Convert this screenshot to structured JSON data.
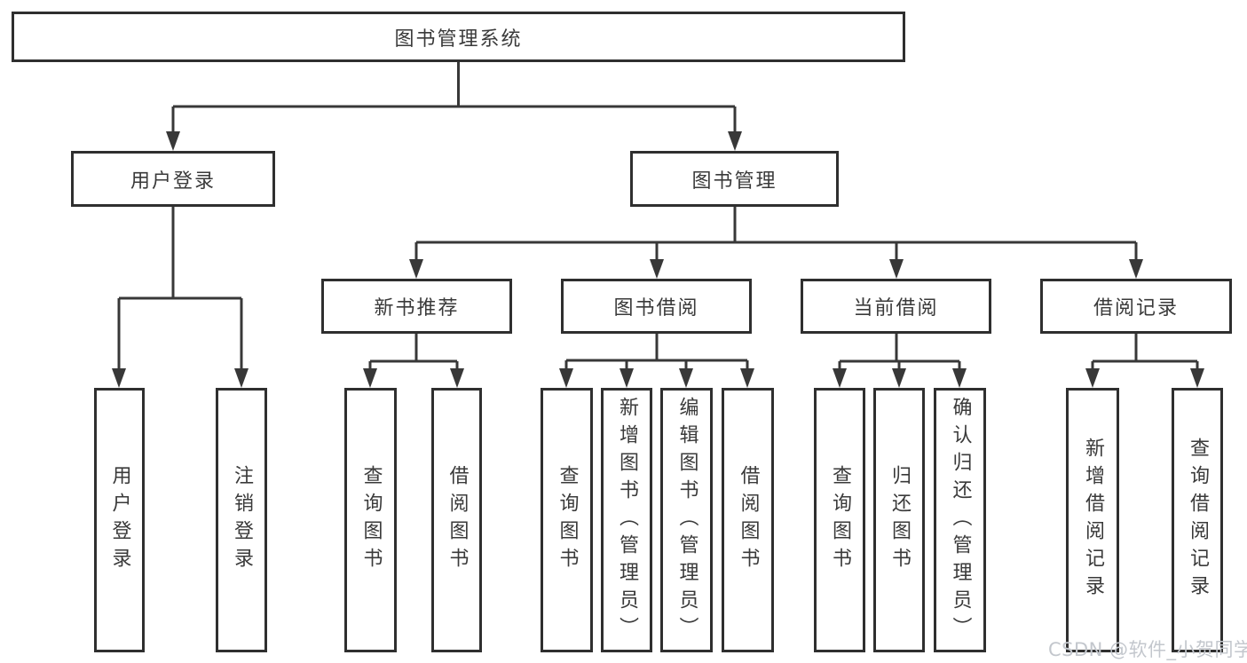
{
  "tree": {
    "root": {
      "label": "图书管理系统"
    },
    "user_login": {
      "label": "用户登录",
      "children": [
        {
          "label": "用户登录"
        },
        {
          "label": "注销登录"
        }
      ]
    },
    "book_mgmt": {
      "label": "图书管理",
      "children": [
        {
          "label": "新书推荐",
          "children": [
            {
              "label": "查询图书"
            },
            {
              "label": "借阅图书"
            }
          ]
        },
        {
          "label": "图书借阅",
          "children": [
            {
              "label": "查询图书"
            },
            {
              "label": "新增图书（管理员）"
            },
            {
              "label": "编辑图书（管理员）"
            },
            {
              "label": "借阅图书"
            }
          ]
        },
        {
          "label": "当前借阅",
          "children": [
            {
              "label": "查询图书"
            },
            {
              "label": "归还图书"
            },
            {
              "label": "确认归还（管理员）"
            }
          ]
        },
        {
          "label": "借阅记录",
          "children": [
            {
              "label": "新增借阅记录"
            },
            {
              "label": "查询借阅记录"
            }
          ]
        }
      ]
    }
  },
  "watermark": {
    "text": "CSDN @软件_小贺同学"
  },
  "colors": {
    "line": "#383838",
    "box_border": "#2f2f2f",
    "text": "#3a3a3a",
    "background": "#ffffff",
    "watermark": "#c3c7cd"
  }
}
